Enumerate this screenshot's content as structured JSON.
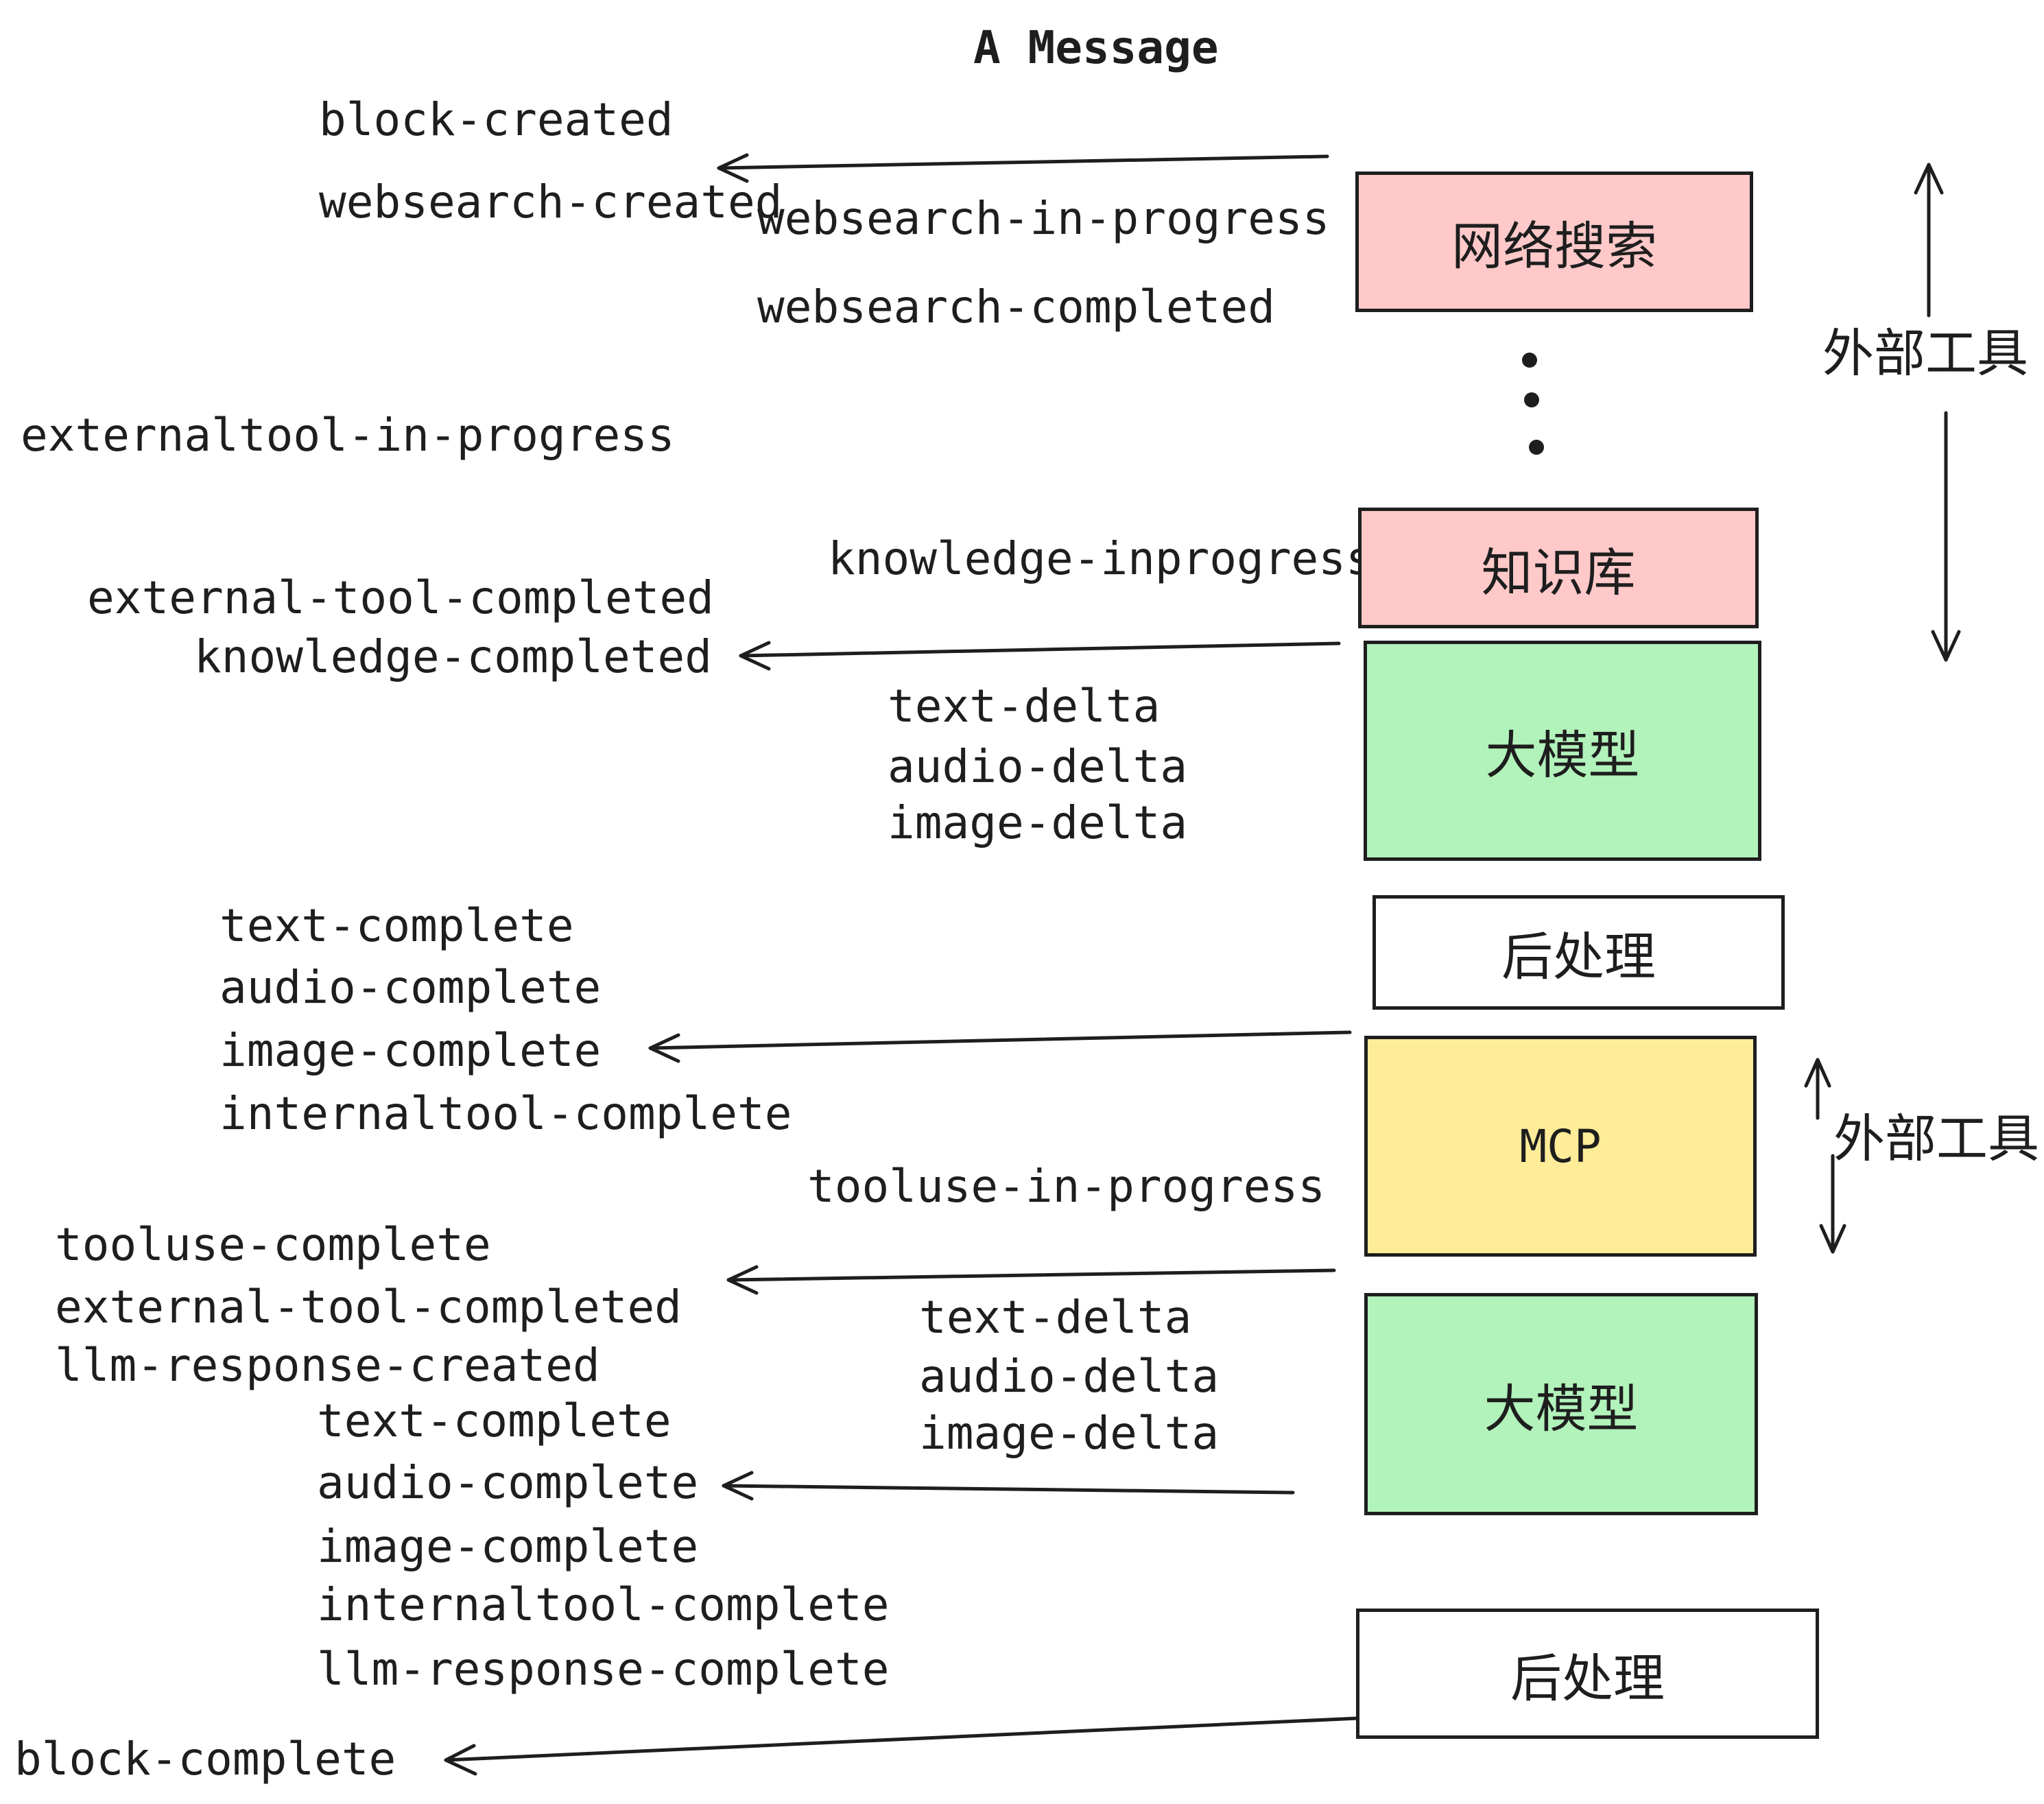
{
  "title": "A Message",
  "colors": {
    "box_pink": "#FFC9C9",
    "box_green": "#B2F2BB",
    "box_yellow": "#FFEC99",
    "box_white": "#FFFFFF",
    "stroke": "#1E1E1E",
    "text": "#1E1E1E"
  },
  "events": [
    "block-created",
    "websearch-created",
    "websearch-in-progress",
    "websearch-completed",
    "externaltool-in-progress",
    "knowledge-inprogress",
    "external-tool-completed",
    "knowledge-completed",
    "text-delta",
    "audio-delta",
    "image-delta",
    "text-complete",
    "audio-complete",
    "image-complete",
    "internaltool-complete",
    "tooluse-in-progress",
    "tooluse-complete",
    "external-tool-completed",
    "llm-response-created",
    "text-delta",
    "audio-delta",
    "image-delta",
    "text-complete",
    "audio-complete",
    "image-complete",
    "internaltool-complete",
    "llm-response-complete",
    "block-complete"
  ],
  "boxes": [
    {
      "label": "网络搜索",
      "color": "#FFC9C9"
    },
    {
      "label": "知识库",
      "color": "#FFC9C9"
    },
    {
      "label": "大模型",
      "color": "#B2F2BB"
    },
    {
      "label": "后处理",
      "color": "#FFFFFF"
    },
    {
      "label": "MCP",
      "color": "#FFEC99"
    },
    {
      "label": "大模型",
      "color": "#B2F2BB"
    },
    {
      "label": "后处理",
      "color": "#FFFFFF"
    }
  ],
  "annotations": [
    {
      "label": "外部工具"
    },
    {
      "label": "外部工具"
    }
  ]
}
